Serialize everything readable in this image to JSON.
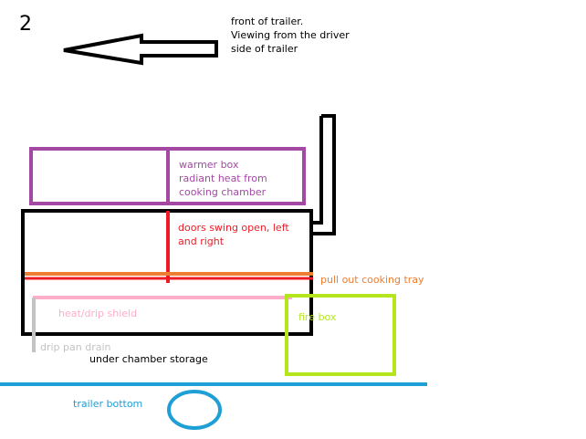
{
  "page_number": "2",
  "header_note": "front of trailer.\nViewing from the driver\nside of trailer",
  "labels": {
    "warmer_box": "warmer box\nradiant heat from\ncooking chamber",
    "doors": "doors swing open, left\nand right",
    "cooking_tray": "pull out cooking tray",
    "fire_box": "fire box",
    "heat_shield": "heat/drip shield",
    "drip_drain": "drip pan drain",
    "storage": "under chamber storage",
    "trailer_bottom": "trailer bottom"
  },
  "colors": {
    "outline": "#000000",
    "warmer_box": "#a349a4",
    "doors": "#ed1c24",
    "cooking_tray": "#ed7d31",
    "fire_box": "#b5e61d",
    "heat_shield": "#ffaec9",
    "drip_drain": "#c3c3c3",
    "trailer_bottom": "#1e9fd6"
  }
}
